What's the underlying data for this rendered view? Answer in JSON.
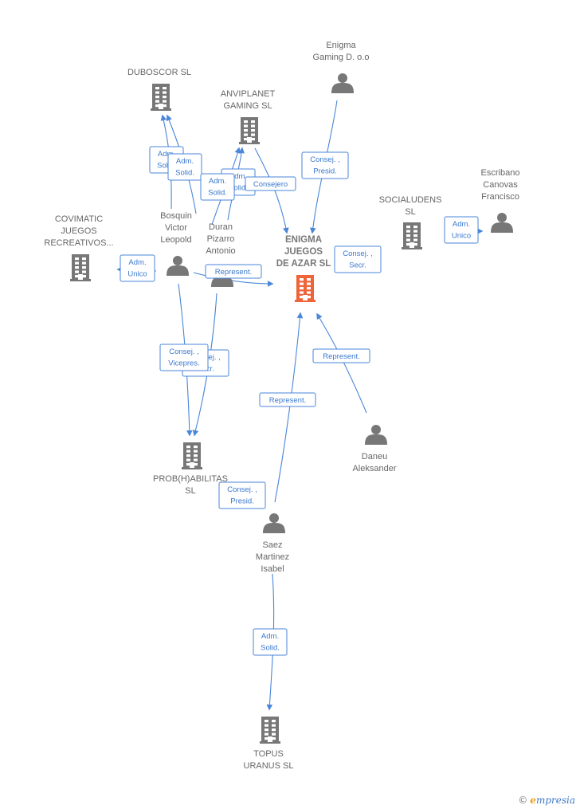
{
  "diagram": {
    "accent": "#4a86d9",
    "node_color": "#777777",
    "focus_color": "#f0643a",
    "nodes": [
      {
        "id": "enigma_gaming",
        "type": "person",
        "lines": [
          "Enigma",
          "Gaming D. o.o"
        ]
      },
      {
        "id": "duboscor",
        "type": "company",
        "lines": [
          "DUBOSCOR  SL"
        ]
      },
      {
        "id": "anviplanet",
        "type": "company",
        "lines": [
          "ANVIPLANET",
          "GAMING  SL"
        ]
      },
      {
        "id": "escribano",
        "type": "person",
        "lines": [
          "Escribano",
          "Canovas",
          "Francisco"
        ]
      },
      {
        "id": "socialudens",
        "type": "company",
        "lines": [
          "SOCIALUDENS",
          "SL"
        ]
      },
      {
        "id": "enigma_juegos",
        "type": "company",
        "focus": true,
        "lines": [
          "ENIGMA",
          "JUEGOS",
          "DE AZAR  SL"
        ]
      },
      {
        "id": "covimatic",
        "type": "company",
        "lines": [
          "COVIMATIC",
          "JUEGOS",
          "RECREATIVOS..."
        ]
      },
      {
        "id": "bosquin",
        "type": "person",
        "lines": [
          "Bosquin",
          "Victor",
          "Leopold"
        ]
      },
      {
        "id": "duran",
        "type": "person",
        "lines": [
          "Duran",
          "Pizarro",
          "Antonio"
        ]
      },
      {
        "id": "daneu",
        "type": "person",
        "lines": [
          "Daneu",
          "Aleksander"
        ]
      },
      {
        "id": "probhabilitas",
        "type": "company",
        "lines": [
          "PROB(H)ABILITAS",
          "SL"
        ]
      },
      {
        "id": "saez",
        "type": "person",
        "lines": [
          "Saez",
          "Martinez",
          "Isabel"
        ]
      },
      {
        "id": "topus",
        "type": "company",
        "lines": [
          "TOPUS",
          "URANUS  SL"
        ]
      }
    ],
    "edge_labels": [
      {
        "id": "e1",
        "lines": [
          "Consej. ,",
          "Presid."
        ]
      },
      {
        "id": "e2",
        "lines": [
          "Adm.",
          "Solid."
        ]
      },
      {
        "id": "e3",
        "lines": [
          "Adm.",
          "Solid."
        ]
      },
      {
        "id": "e4",
        "lines": [
          "Adm.",
          "Solid."
        ]
      },
      {
        "id": "e5",
        "lines": [
          "Adm.",
          "Solid."
        ]
      },
      {
        "id": "e6",
        "lines": [
          "Consejero"
        ]
      },
      {
        "id": "e7",
        "lines": [
          "Adm.",
          "Unico"
        ]
      },
      {
        "id": "e8",
        "lines": [
          "Consej. ,",
          "Secr."
        ]
      },
      {
        "id": "e9",
        "lines": [
          "Adm.",
          "Unico"
        ]
      },
      {
        "id": "e10",
        "lines": [
          "Represent."
        ]
      },
      {
        "id": "e11",
        "lines": [
          "Consej. ,",
          "Secr."
        ]
      },
      {
        "id": "e12",
        "lines": [
          "Consej. ,",
          "Vicepres."
        ]
      },
      {
        "id": "e13",
        "lines": [
          "Represent."
        ]
      },
      {
        "id": "e14",
        "lines": [
          "Represent."
        ]
      },
      {
        "id": "e15",
        "lines": [
          "Consej. ,",
          "Presid."
        ]
      },
      {
        "id": "e16",
        "lines": [
          "Adm.",
          "Solid."
        ]
      }
    ]
  },
  "brand": {
    "copyright": "©",
    "initial": "e",
    "name": "mpresia"
  }
}
